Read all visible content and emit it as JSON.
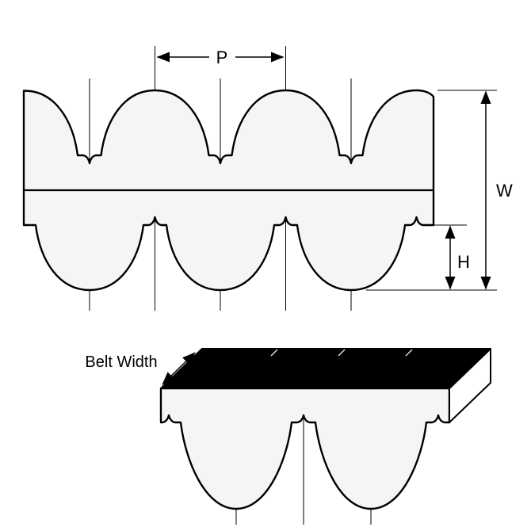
{
  "diagram": {
    "cross_section": {
      "pitch_label": "P",
      "width_label": "W",
      "tooth_height_label": "H"
    },
    "isometric": {
      "belt_width_label": "Belt Width"
    }
  },
  "colors": {
    "background": "#ffffff",
    "line": "#000000",
    "belt_fill": "#f5f5f5",
    "end_face_fill": "#ffffff",
    "slab_fill": "#000000"
  }
}
